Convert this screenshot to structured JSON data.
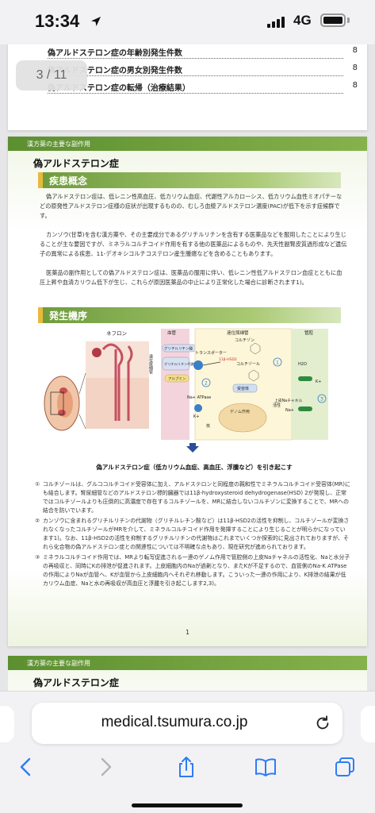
{
  "status": {
    "time": "13:34",
    "network": "4G"
  },
  "pdf": {
    "page_indicator": "3 / 11",
    "toc": [
      {
        "text": "偽アルドステロン症の年齢別発生件数",
        "page": "8"
      },
      {
        "text": "偽アルドステロン症の男女別発生件数",
        "page": "8"
      },
      {
        "text": "偽アルドステロン症の転帰（治療結果）",
        "page": "8"
      }
    ],
    "band_label": "漢方薬の主要な副作用",
    "title": "偽アルドステロン症",
    "section1": "疾患概念",
    "paragraphs": [
      "偽アルドステロン症は、低レニン性高血圧、低カリウム血症、代謝性アルカローシス、低カリウム血性ミオパチーなどの原発性アルドステロン症様の症状が出現するものの、むしろ血漿アルドステロン濃度(PAC)が低下を示す症候群です。",
      "カンゾウ(甘草)を含む漢方薬や、その主要成分であるグリチルリチンを含有する医薬品などを服用したことにより生じることが主な要因ですが、ミネラルコルチコイド作用を有する他の医薬品によるものや、先天性副腎皮質過形成など遺伝子の異常による疾患、11-デオキシコルチコステロン産生腫瘍などを含めることもあります。",
      "医薬品の副作用としての偽アルドステロン症は、医薬品の服用に伴い、低レニン性低アルドステロン血症とともに血圧上昇や血清カリウム低下が生じ、これらが原因医薬品の中止により正常化した場合に診断されます1)。"
    ],
    "section2": "発生機序",
    "figure": {
      "nephron": "ネフロン",
      "tubule": "遠位尿細管",
      "collecting": "集合管",
      "blood": "血管",
      "distal": "遠位尿細管",
      "duct": "管腔",
      "glycyrrhizin": "グリチルリチン酸",
      "metabolite": "グリチルリチン代謝物",
      "albumin": "アルブミン",
      "transporter": "トランスポーター",
      "cortisone": "コルチゾン",
      "hsd2": "11β-HSD2",
      "cortisol": "コルチゾール",
      "receptor": "受容体",
      "genome": "ゲノム作用",
      "nucleus": "核",
      "na_atpase": "Na+ ATPase",
      "active": "活性",
      "na_channel": "上皮Naチャネル",
      "h2o": "H2O",
      "k_plus": "K+",
      "na_plus": "Na+",
      "n1": "1",
      "n2": "2",
      "n3": "3"
    },
    "caption": "偽アルドステロン症（低カリウム血症、高血圧、浮腫など）を引き起こす",
    "notes": [
      {
        "mark": "①",
        "text": "コルチゾールは、グルココルチコイド受容体に加え、アルドステロンと同程度の親和性でミネラルコルチコイド受容体(MR)にも結合します。腎尿細管などのアルドステロン標的臓器では11β-hydroxysteroid dehydrogenase(HSD) 2が発現し、正常ではコルチゾールよりも圧倒的に高濃度で存在するコルチゾールを、MRに結合しないコルチゾンに変換することで、MRへの結合を防いでいます。"
      },
      {
        "mark": "②",
        "text": "カンゾウに含まれるグリチルリチンの代謝物（グリチルレチン酸など）は11β-HSD2の活性を抑制し、コルチゾールが変換されなくなったコルチゾールがMRを介して、ミネラルコルチコイド作用を発揮することにより生じることが明らかになっています1)。なお、11β-HSD2の活性を抑制するグリチルリチンの代謝物はこれまでいくつか探索的に見出されておりますが、それら化合物の偽アルドステロン症との関連性については不明確な点もあり、現在研究が進められております。"
      },
      {
        "mark": "③",
        "text": "ミネラルコルチコイド作用では、MRより転写促進される一連のゲノム作用で管腔側の上皮Naチャネルの活性化、Naと水分子の再吸収と、同時にKの排泄が促進されます。上皮細胞内のNaが過剰となり、またKが不足するので、血管側のNa-K ATPaseの作用によりNaが血管へ、Kが血管から上皮細胞内へそれぞれ移動します。こういった一連の作用により、K排泄の結果が低カリウム血症、Naと水の再吸収が高血圧と浮腫を引き起こします2,3)。"
      }
    ],
    "page_number": "1",
    "next_band_label": "漢方薬の主要な副作用",
    "next_title": "偽アルドステロン症"
  },
  "browser": {
    "url": "medical.tsumura.co.jp"
  }
}
